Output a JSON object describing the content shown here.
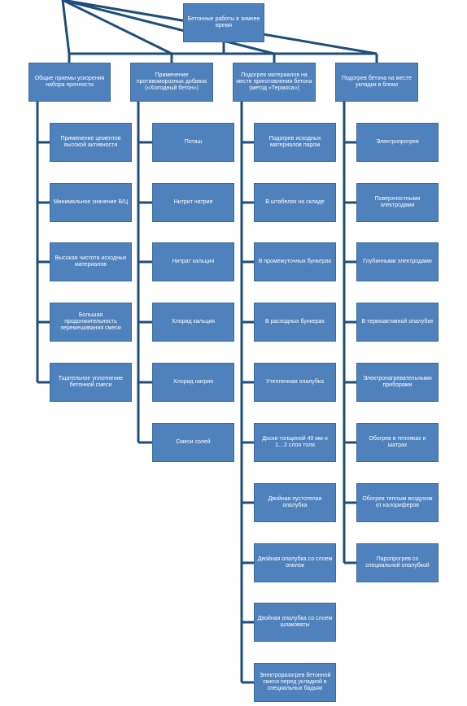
{
  "diagram": {
    "root": "Бетонные работы в зимнее время",
    "colors": {
      "box": "#4f81bd",
      "box_border": "#3b6aa0",
      "line": "#1f4e79",
      "text": "#ffffff"
    },
    "categories": [
      {
        "title": "Общие приемы ускорения набора прочности",
        "items": [
          "Применение цементов высокой активности",
          "Минимальное значение В/Ц",
          "Высокая чистота исходных материалов",
          "Большая продолжительность перемешивания смеси",
          "Тщательное уплотнение бетонной смеси"
        ]
      },
      {
        "title": "Применение противоморозных добавок («Холодный бетон»)",
        "items": [
          "Поташ",
          "Нитрит натрия",
          "Нитрат кальция",
          "Хлорид кальция",
          "Хлорид натрия",
          "Смеси солей"
        ]
      },
      {
        "title": "Подогрев материалов на месте приготовления бетона (метод «Термоса»)",
        "items": [
          "Подогрев исходных материалов паром",
          "В штабелях на складе",
          "В промежуточных бункерах",
          "В расходных бункерах",
          "Утепленная опалубка",
          "Доски толщиной 40 мм и 1…2 слоя толя",
          "Двойная пустотелая опалубка",
          "Двойная опалубка со слоем опилок",
          "Двойная опалубка со слоем шлаковаты",
          "Электроразогрев бетонной смеси перед укладкой в специальных бадьях"
        ]
      },
      {
        "title": "Подогрев бетона на месте укладки в блоки",
        "items": [
          "Электропрогрев",
          "Поверхностными электродами",
          "Глубинными электродами",
          "В термоактивной опалубке",
          "Электронагревательными приборами",
          "Обогрев в тепляках и шатрах",
          "Обогрев теплым воздухом от калориферов",
          "Паропрогрев со специальной опалубкой"
        ]
      }
    ]
  }
}
